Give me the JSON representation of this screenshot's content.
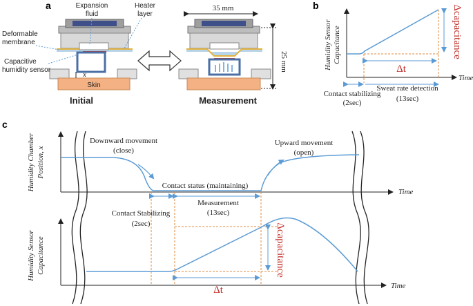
{
  "panel_a": {
    "letter": "a",
    "expansion_fluid_line1": "Expansion",
    "expansion_fluid_line2": "fluid",
    "heater_line1": "Heater",
    "heater_line2": "layer",
    "membrane_line1": "Deformable",
    "membrane_line2": "membrane",
    "sensor_line1": "Capacitive",
    "sensor_line2": "humidity sensor",
    "x_symbol": "x",
    "skin": "Skin",
    "initial": "Initial",
    "measurement": "Measurement",
    "width_dim": "35 mm",
    "height_dim": "25 mm"
  },
  "panel_b": {
    "letter": "b",
    "ylabel_line1": "Humidity Sensor",
    "ylabel_line2": "Capacitance",
    "xlabel": "Time",
    "delta_cap": "Δcapacitance",
    "delta_t": "Δt",
    "contact_line1": "Contact stabilizing",
    "contact_line2": "(2sec)",
    "sweat_line1": "Sweat rate detection",
    "sweat_line2": "(13sec)"
  },
  "panel_c": {
    "letter": "c",
    "top_ylabel_line1": "Humidity Chamber",
    "top_ylabel_line2": "Position, x",
    "down_line1": "Downward movement",
    "down_line2": "(close)",
    "up_line1": "Upward movement",
    "up_line2": "(open)",
    "contact_status": "Contact status (maintaining)",
    "time_top": "Time",
    "stab_line1": "Contact Stabilizing",
    "stab_line2": "(2sec)",
    "meas_line1": "Measurement",
    "meas_line2": "(13sec)",
    "bottom_ylabel_line1": "Humidity Sensor",
    "bottom_ylabel_line2": "Capacitance",
    "delta_cap": "Δcapacitance",
    "delta_t": "Δt",
    "time_bottom": "Time"
  },
  "colors": {
    "curve": "#5b9bd5",
    "dashed": "#e08a3c",
    "red_text": "#c0302a",
    "skin": "#f4b183",
    "sensor_frame": "#4a6fa5",
    "heater": "#e3b23c"
  }
}
